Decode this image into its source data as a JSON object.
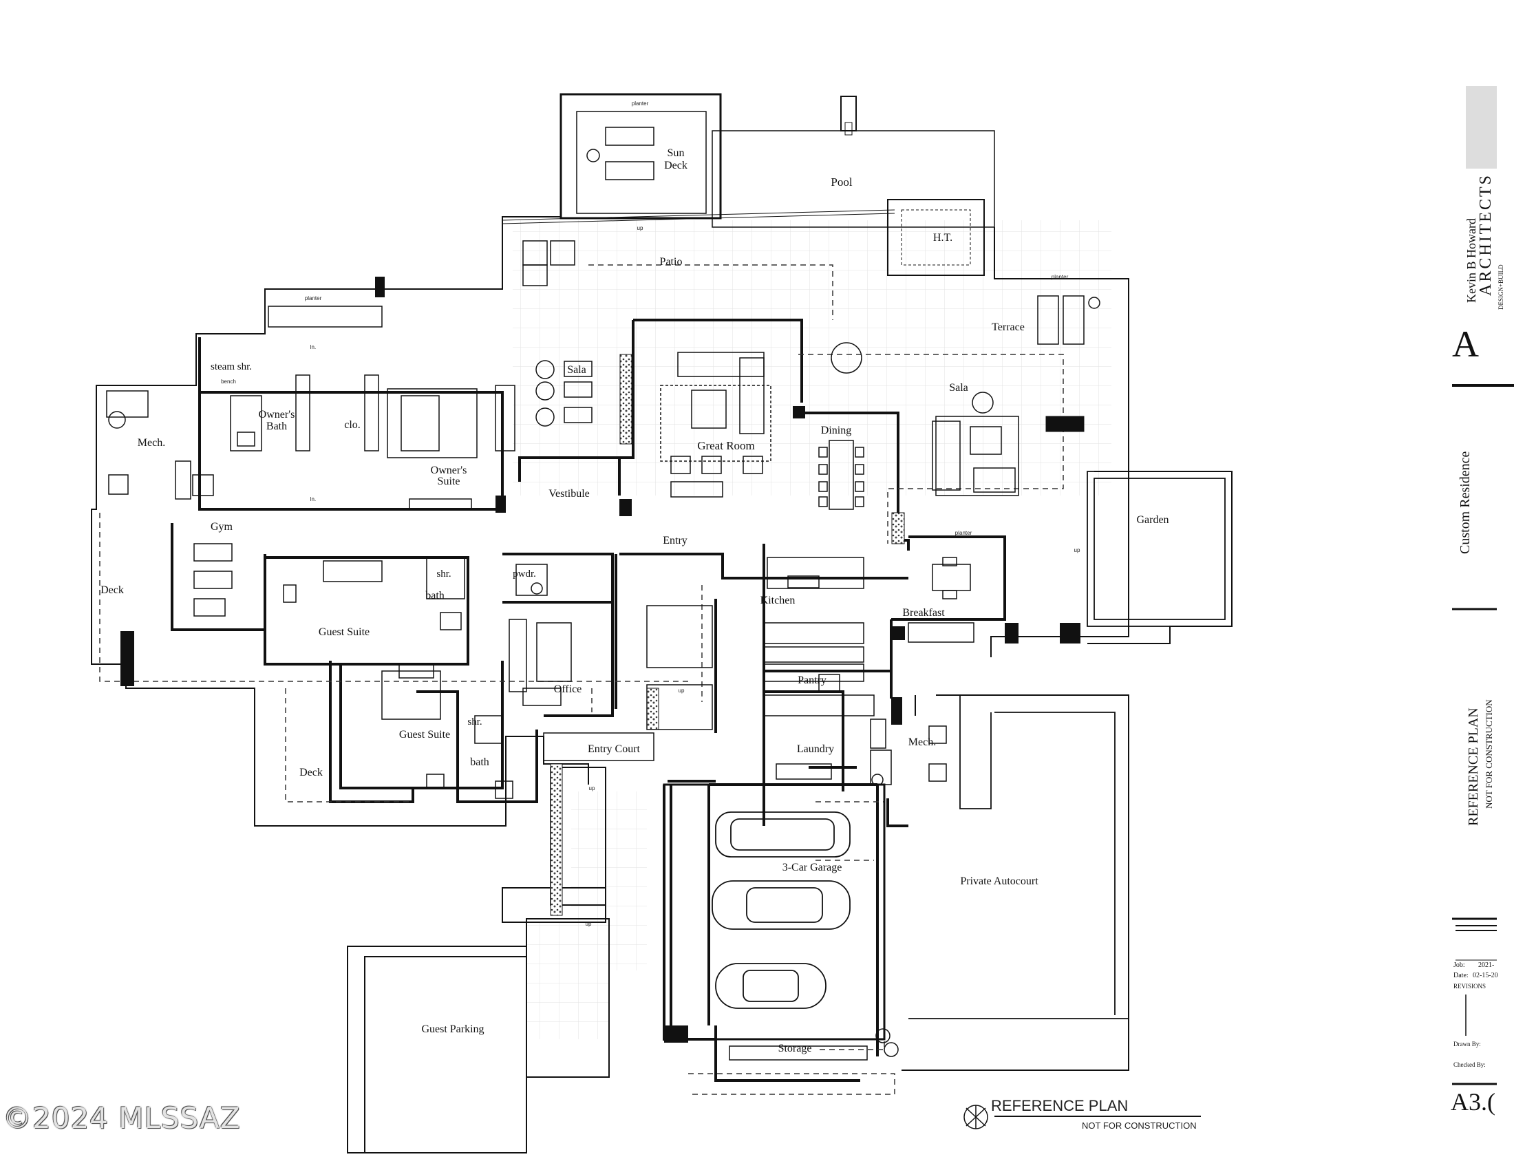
{
  "rooms": {
    "sun_deck": [
      "Sun",
      "Deck"
    ],
    "pool": "Pool",
    "ht": "H.T.",
    "patio": "Patio",
    "terrace": "Terrace",
    "sala_left": "Sala",
    "sala_right": "Sala",
    "steam_shr": "steam shr.",
    "owners_bath": [
      "Owner's",
      "Bath"
    ],
    "clo": "clo.",
    "owners_suite": [
      "Owner's",
      "Suite"
    ],
    "mech_left": "Mech.",
    "great_room": "Great Room",
    "dining": "Dining",
    "vestibule": "Vestibule",
    "garden": "Garden",
    "gym": "Gym",
    "deck_left": "Deck",
    "shr1": "shr.",
    "bath1": "bath",
    "guest_suite1": "Guest Suite",
    "pwdr": "pwdr.",
    "entry": "Entry",
    "kitchen": "Kitchen",
    "breakfast": "Breakfast",
    "office": "Office",
    "pantry": "Pantry",
    "shr2": "shr.",
    "guest_suite2": "Guest Suite",
    "bath2": "bath",
    "deck_lower": "Deck",
    "entry_court": "Entry Court",
    "laundry": "Laundry",
    "mech_right": "Mech.",
    "garage": "3-Car Garage",
    "private_autocourt": "Private Autocourt",
    "guest_parking": "Guest Parking",
    "storage": "Storage"
  },
  "small_notes": {
    "planter": "planter",
    "up": "up",
    "bench": "bench",
    "ln": "ln."
  },
  "plan_title": "REFERENCE PLAN",
  "plan_subtitle": "NOT FOR CONSTRUCTION",
  "title_block": {
    "firm_name": "Kevin B Howard",
    "firm_word": "ARCHITECTS",
    "firm_tag": "DESIGN+BUILD",
    "project": "Custom Residence",
    "sheet_title": "REFERENCE PLAN",
    "sheet_note": "NOT FOR CONSTRUCTION",
    "job_label": "Job:",
    "job_value": "2021-",
    "date_label": "Date:",
    "date_value": "02-15-20",
    "revisions_label": "REVISIONS",
    "drawn_label": "Drawn By:",
    "checked_label": "Checked By:",
    "sheet_number": "A3.("
  },
  "watermark": "©2024 MLSSAZ",
  "colors": {
    "line": "#111111",
    "paper": "#ffffff",
    "tile": "#e2e2e2"
  }
}
